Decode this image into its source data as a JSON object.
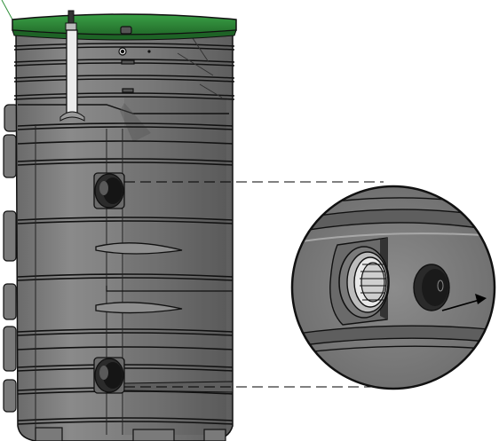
{
  "diagram": {
    "colors": {
      "lid": "#2f8f3a",
      "lid_dark": "#1e6326",
      "body": "#7b7b7b",
      "body_light": "#9a9a9a",
      "body_dark": "#5a5a5a",
      "outline": "#111111",
      "pipe": "#e6e6e6",
      "ring": "#8a8a8a",
      "plug": "#2a2a2a",
      "leader": "#000000",
      "background": "#ffffff"
    },
    "parts": {
      "tank": "tank-body",
      "lid": "green-lid",
      "riser_pipe": "vertical-pipe",
      "upper_inlet": "upper-inlet-port",
      "lower_inlet": "lower-inlet-port",
      "detail_view": "magnified-detail-circle",
      "plug": "rubber-plug",
      "arrow": "removal-arrow"
    }
  }
}
